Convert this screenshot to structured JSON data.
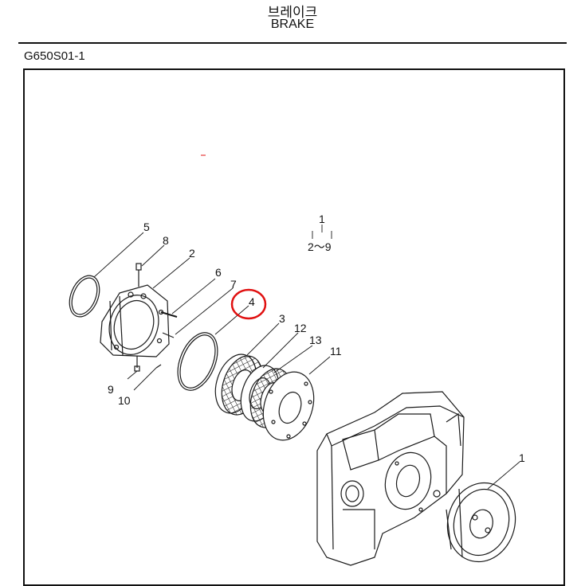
{
  "header": {
    "title_korean": "브레이크",
    "title_english": "BRAKE",
    "drawing_code": "G650S01-1"
  },
  "callouts": {
    "assembly_top": "1",
    "assembly_range": "2～9",
    "assembly_side": "1",
    "part_2": "2",
    "part_3": "3",
    "part_4": "4",
    "part_5": "5",
    "part_6": "6",
    "part_7": "7",
    "part_8": "8",
    "part_9": "9",
    "part_10": "10",
    "part_11": "11",
    "part_12": "12",
    "part_13": "13"
  },
  "colors": {
    "line": "#1a1a1a",
    "highlight_circle": "#e01010",
    "background": "#ffffff"
  },
  "highlight": {
    "target": "part_4",
    "shape": "circle",
    "color": "#e01010"
  }
}
